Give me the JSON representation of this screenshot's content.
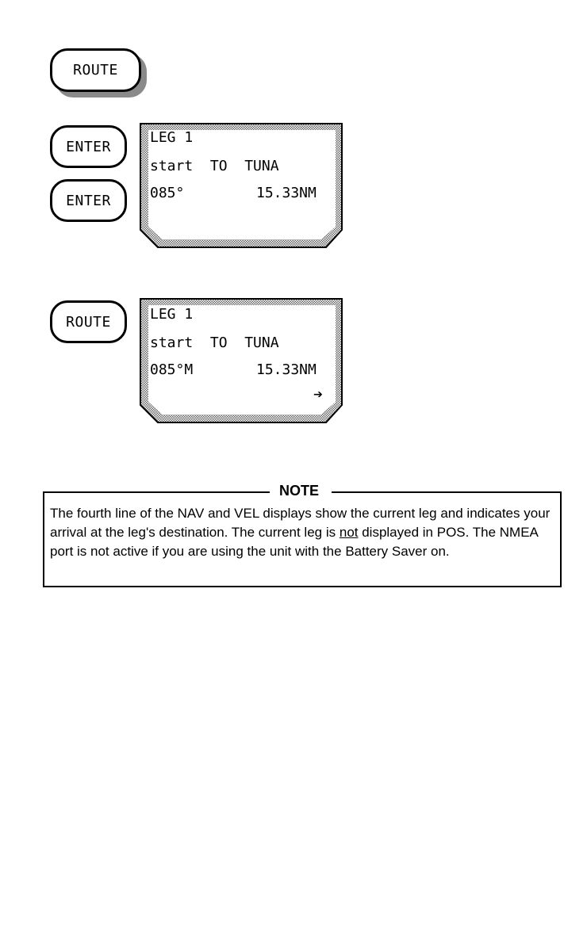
{
  "keys": {
    "route_top": "ROUTE",
    "enter_1": "ENTER",
    "enter_2": "ENTER",
    "route_bottom": "ROUTE"
  },
  "screen1": {
    "line1": "LEG 1",
    "line2": "start  TO  TUNA",
    "line3_left": "085°",
    "line3_right": "15.33NM"
  },
  "screen2": {
    "line1": "LEG 1",
    "line2": "start  TO  TUNA",
    "line3_left": "085°M",
    "line3_right": "15.33NM",
    "arrow": "➔"
  },
  "note": {
    "title": "NOTE",
    "text_before": "The fourth line of the NAV and VEL displays show the current leg and indicates your arrival at the leg's destination. The current leg is ",
    "text_emphasis": "not",
    "text_after": " displayed in POS. The NMEA port is not active if you are using the unit with the Battery Saver on."
  },
  "icons": {
    "arrow": "right-arrow-icon"
  }
}
